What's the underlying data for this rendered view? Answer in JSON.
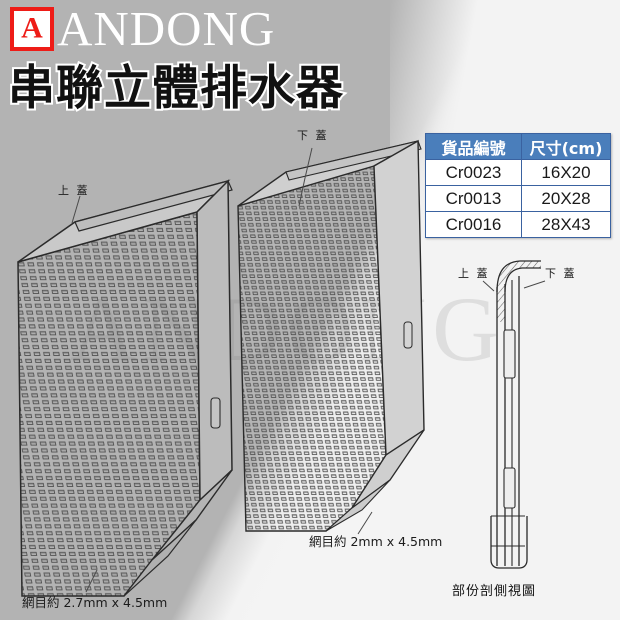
{
  "header": {
    "logo_letter": "A",
    "brand": "ANDONG",
    "title": "串聯立體排水器",
    "logo_color": "#ee1c17",
    "brand_color": "#ffffff"
  },
  "watermark": {
    "text": "ANDONG"
  },
  "spec_table": {
    "header_bg": "#4a7ebb",
    "columns": [
      "貨品編號",
      "尺寸(cm)"
    ],
    "rows": [
      [
        "Cr0023",
        "16X20"
      ],
      [
        "Cr0013",
        "20X28"
      ],
      [
        "Cr0016",
        "28X43"
      ]
    ]
  },
  "annotations": {
    "upper_cover_left": "上 蓋",
    "lower_cover_top": "下 蓋",
    "mesh_left": "網目約  2.7mm x 4.5mm",
    "mesh_right": "網目約  2mm x 4.5mm",
    "side_upper_cover": "上 蓋",
    "side_lower_cover": "下 蓋",
    "side_caption": "部份剖側視圖"
  },
  "drawings": {
    "panel_large": "isometric-drainage-panel-large",
    "panel_small": "isometric-drainage-panel-small",
    "side_section": "partial-section-side-view"
  }
}
